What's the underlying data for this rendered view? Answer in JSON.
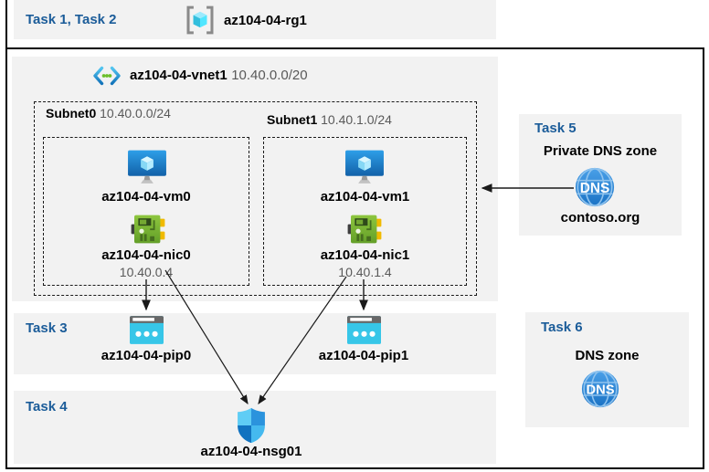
{
  "header": {
    "tasks_label": "Task 1, Task 2",
    "resource_group": "az104-04-rg1"
  },
  "vnet": {
    "name": "az104-04-vnet1",
    "cidr": "10.40.0.0/20"
  },
  "subnets": [
    {
      "name": "Subnet0",
      "cidr": "10.40.0.0/24",
      "vm": "az104-04-vm0",
      "nic": "az104-04-nic0",
      "ip": "10.40.0.4"
    },
    {
      "name": "Subnet1",
      "cidr": "10.40.1.0/24",
      "vm": "az104-04-vm1",
      "nic": "az104-04-nic1",
      "ip": "10.40.1.4"
    }
  ],
  "task3": {
    "label": "Task 3",
    "pip0": "az104-04-pip0",
    "pip1": "az104-04-pip1"
  },
  "task4": {
    "label": "Task 4",
    "nsg": "az104-04-nsg01"
  },
  "task5": {
    "label": "Task 5",
    "title": "Private DNS zone",
    "zone": "contoso.org",
    "dns_icon_text": "DNS"
  },
  "task6": {
    "label": "Task 6",
    "title": "DNS zone",
    "dns_icon_text": "DNS"
  },
  "colors": {
    "task_label": "#1b5c99",
    "band_bg": "#f2f2f2",
    "detail_text": "#595959",
    "arrow": "#1a1a1a",
    "pip_body": "#37c6e8",
    "nic_body": "#7db342",
    "vm_monitor": "#1f7ec9",
    "dns_circle": "#2d86d4"
  }
}
